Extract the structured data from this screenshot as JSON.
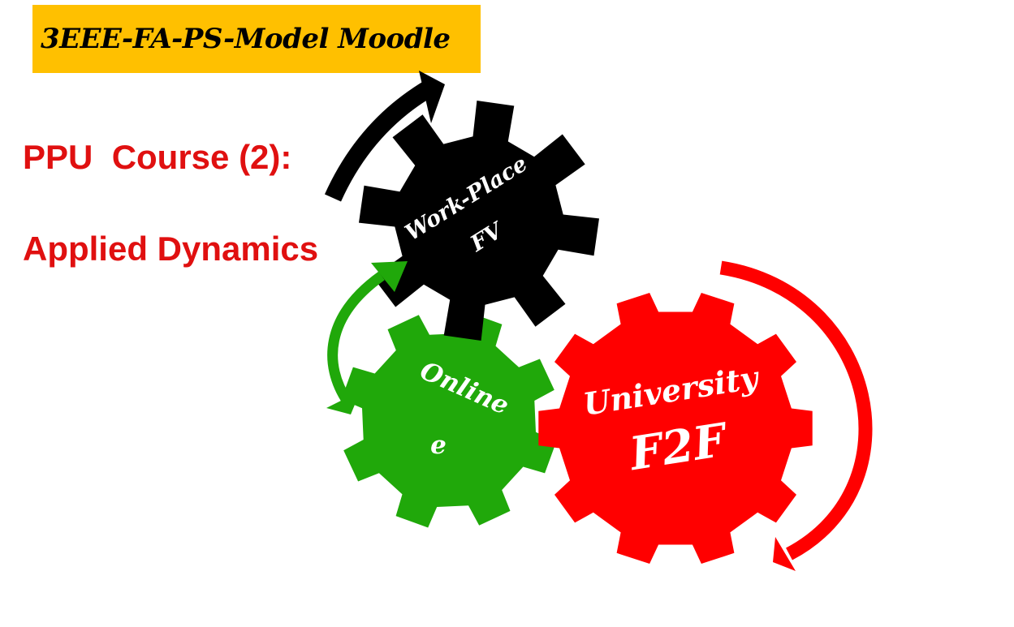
{
  "banner": {
    "text": "3EEE-FA-PS-Model Moodle",
    "background": "#ffc000"
  },
  "title": {
    "line1": "PPU  Course (2):",
    "line2": "Applied Dynamics",
    "color": "#e01010"
  },
  "gears": [
    {
      "id": "workplace",
      "lines": [
        "Work-Place",
        "FV"
      ],
      "color": "#000000"
    },
    {
      "id": "online",
      "lines": [
        "Online",
        "e"
      ],
      "color": "#20a80a"
    },
    {
      "id": "university",
      "lines": [
        "University",
        "F2F"
      ],
      "color": "#ff0000"
    }
  ],
  "arrows": [
    {
      "id": "black-arrow",
      "color": "#000000"
    },
    {
      "id": "green-arrow",
      "color": "#20a80a"
    },
    {
      "id": "red-arrow",
      "color": "#ff0000"
    }
  ]
}
